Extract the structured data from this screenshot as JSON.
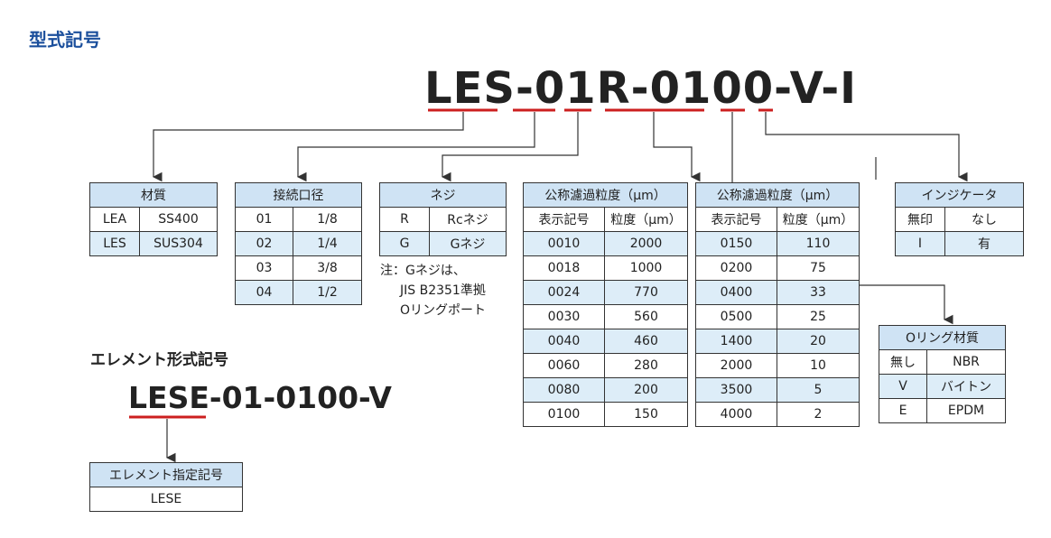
{
  "page_title": "型式記号",
  "model_code": {
    "segments": [
      "LES",
      "-",
      "01",
      "R",
      "-",
      "0100",
      "-",
      "V",
      "-",
      "I"
    ]
  },
  "tables": {
    "material": {
      "title": "材質",
      "rows": [
        [
          "LEA",
          "SS400"
        ],
        [
          "LES",
          "SUS304"
        ]
      ]
    },
    "port_size": {
      "title": "接続口径",
      "rows": [
        [
          "01",
          "1/8"
        ],
        [
          "02",
          "1/4"
        ],
        [
          "03",
          "3/8"
        ],
        [
          "04",
          "1/2"
        ]
      ]
    },
    "thread": {
      "title": "ネジ",
      "rows": [
        [
          "R",
          "Rcネジ"
        ],
        [
          "G",
          "Gネジ"
        ]
      ]
    },
    "filtration1": {
      "title": "公称濾過粒度（μm）",
      "headers": [
        "表示記号",
        "粒度（μm）"
      ],
      "rows": [
        [
          "0010",
          "2000"
        ],
        [
          "0018",
          "1000"
        ],
        [
          "0024",
          "770"
        ],
        [
          "0030",
          "560"
        ],
        [
          "0040",
          "460"
        ],
        [
          "0060",
          "280"
        ],
        [
          "0080",
          "200"
        ],
        [
          "0100",
          "150"
        ]
      ]
    },
    "filtration2": {
      "title": "公称濾過粒度（μm）",
      "headers": [
        "表示記号",
        "粒度（μm）"
      ],
      "rows": [
        [
          "0150",
          "110"
        ],
        [
          "0200",
          "75"
        ],
        [
          "0400",
          "33"
        ],
        [
          "0500",
          "25"
        ],
        [
          "1400",
          "20"
        ],
        [
          "2000",
          "10"
        ],
        [
          "3500",
          "5"
        ],
        [
          "4000",
          "2"
        ]
      ]
    },
    "indicator": {
      "title": "インジケータ",
      "rows": [
        [
          "無印",
          "なし"
        ],
        [
          "I",
          "有"
        ]
      ]
    },
    "oring": {
      "title": "Oリング材質",
      "rows": [
        [
          "無し",
          "NBR"
        ],
        [
          "V",
          "バイトン"
        ],
        [
          "E",
          "EPDM"
        ]
      ]
    },
    "element_code": {
      "title": "エレメント指定記号",
      "rows": [
        [
          "LESE"
        ]
      ]
    }
  },
  "note": {
    "line1": "注：Gネジは、",
    "line2": "JIS B2351準拠",
    "line3": "Oリングポート"
  },
  "element_section": {
    "title": "エレメント形式記号",
    "code_prefix": "LESE",
    "code_rest": "-01-0100-V"
  },
  "colors": {
    "title_blue": "#1b4f9c",
    "header_fill": "#cfe3f4",
    "row_fill": "#ddedf8",
    "underline_red": "#cc1f1f",
    "connector": "#333333"
  }
}
